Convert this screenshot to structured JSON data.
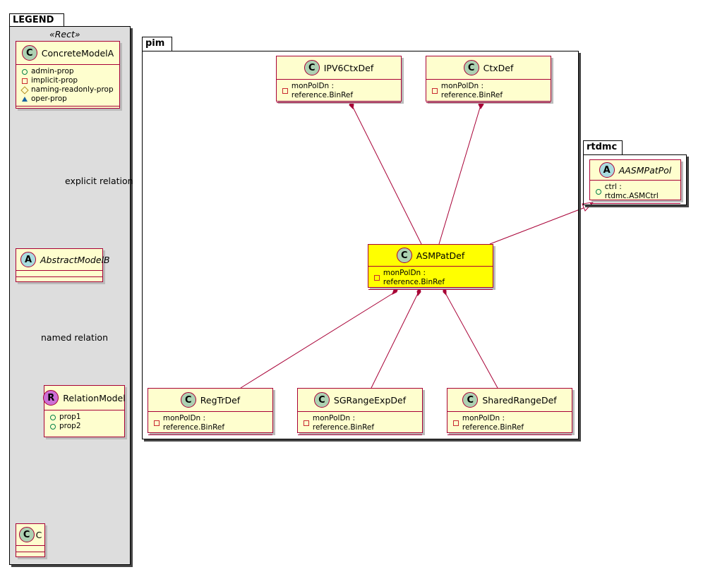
{
  "packages": {
    "legend": {
      "name": "LEGEND",
      "stereotype": "«Rect»"
    },
    "pim": {
      "name": "pim"
    },
    "rtdmc": {
      "name": "rtdmc"
    }
  },
  "legend_classes": {
    "concrete": {
      "kind": "C",
      "name": "ConcreteModelA",
      "attrs": [
        "admin-prop",
        "implicit-prop",
        "naming-readonly-prop",
        "oper-prop"
      ]
    },
    "abstract": {
      "kind": "A",
      "name": "AbstractModelB"
    },
    "relation": {
      "kind": "R",
      "name": "RelationModel",
      "attrs": [
        "prop1",
        "prop2"
      ]
    },
    "c": {
      "kind": "C",
      "name": "C"
    }
  },
  "legend_labels": {
    "explicit": "explicit relation",
    "named": "named relation"
  },
  "pim_classes": {
    "ipv6": {
      "kind": "C",
      "name": "IPV6CtxDef",
      "attr": "monPolDn : reference.BinRef"
    },
    "ctx": {
      "kind": "C",
      "name": "CtxDef",
      "attr": "monPolDn : reference.BinRef"
    },
    "asm": {
      "kind": "C",
      "name": "ASMPatDef",
      "attr": "monPolDn : reference.BinRef"
    },
    "regtr": {
      "kind": "C",
      "name": "RegTrDef",
      "attr": "monPolDn : reference.BinRef"
    },
    "sgrange": {
      "kind": "C",
      "name": "SGRangeExpDef",
      "attr": "monPolDn : reference.BinRef"
    },
    "shared": {
      "kind": "C",
      "name": "SharedRangeDef",
      "attr": "monPolDn : reference.BinRef"
    }
  },
  "rtdmc_classes": {
    "aasm": {
      "kind": "A",
      "name": "AASMPatPol",
      "attr": "ctrl : rtdmc.ASMCtrl"
    }
  },
  "colors": {
    "class_fill": "#fefece",
    "class_border": "#a80036",
    "highlight_fill": "#ffff00",
    "legend_bg": "#dddddd",
    "arrow": "#a80036"
  }
}
